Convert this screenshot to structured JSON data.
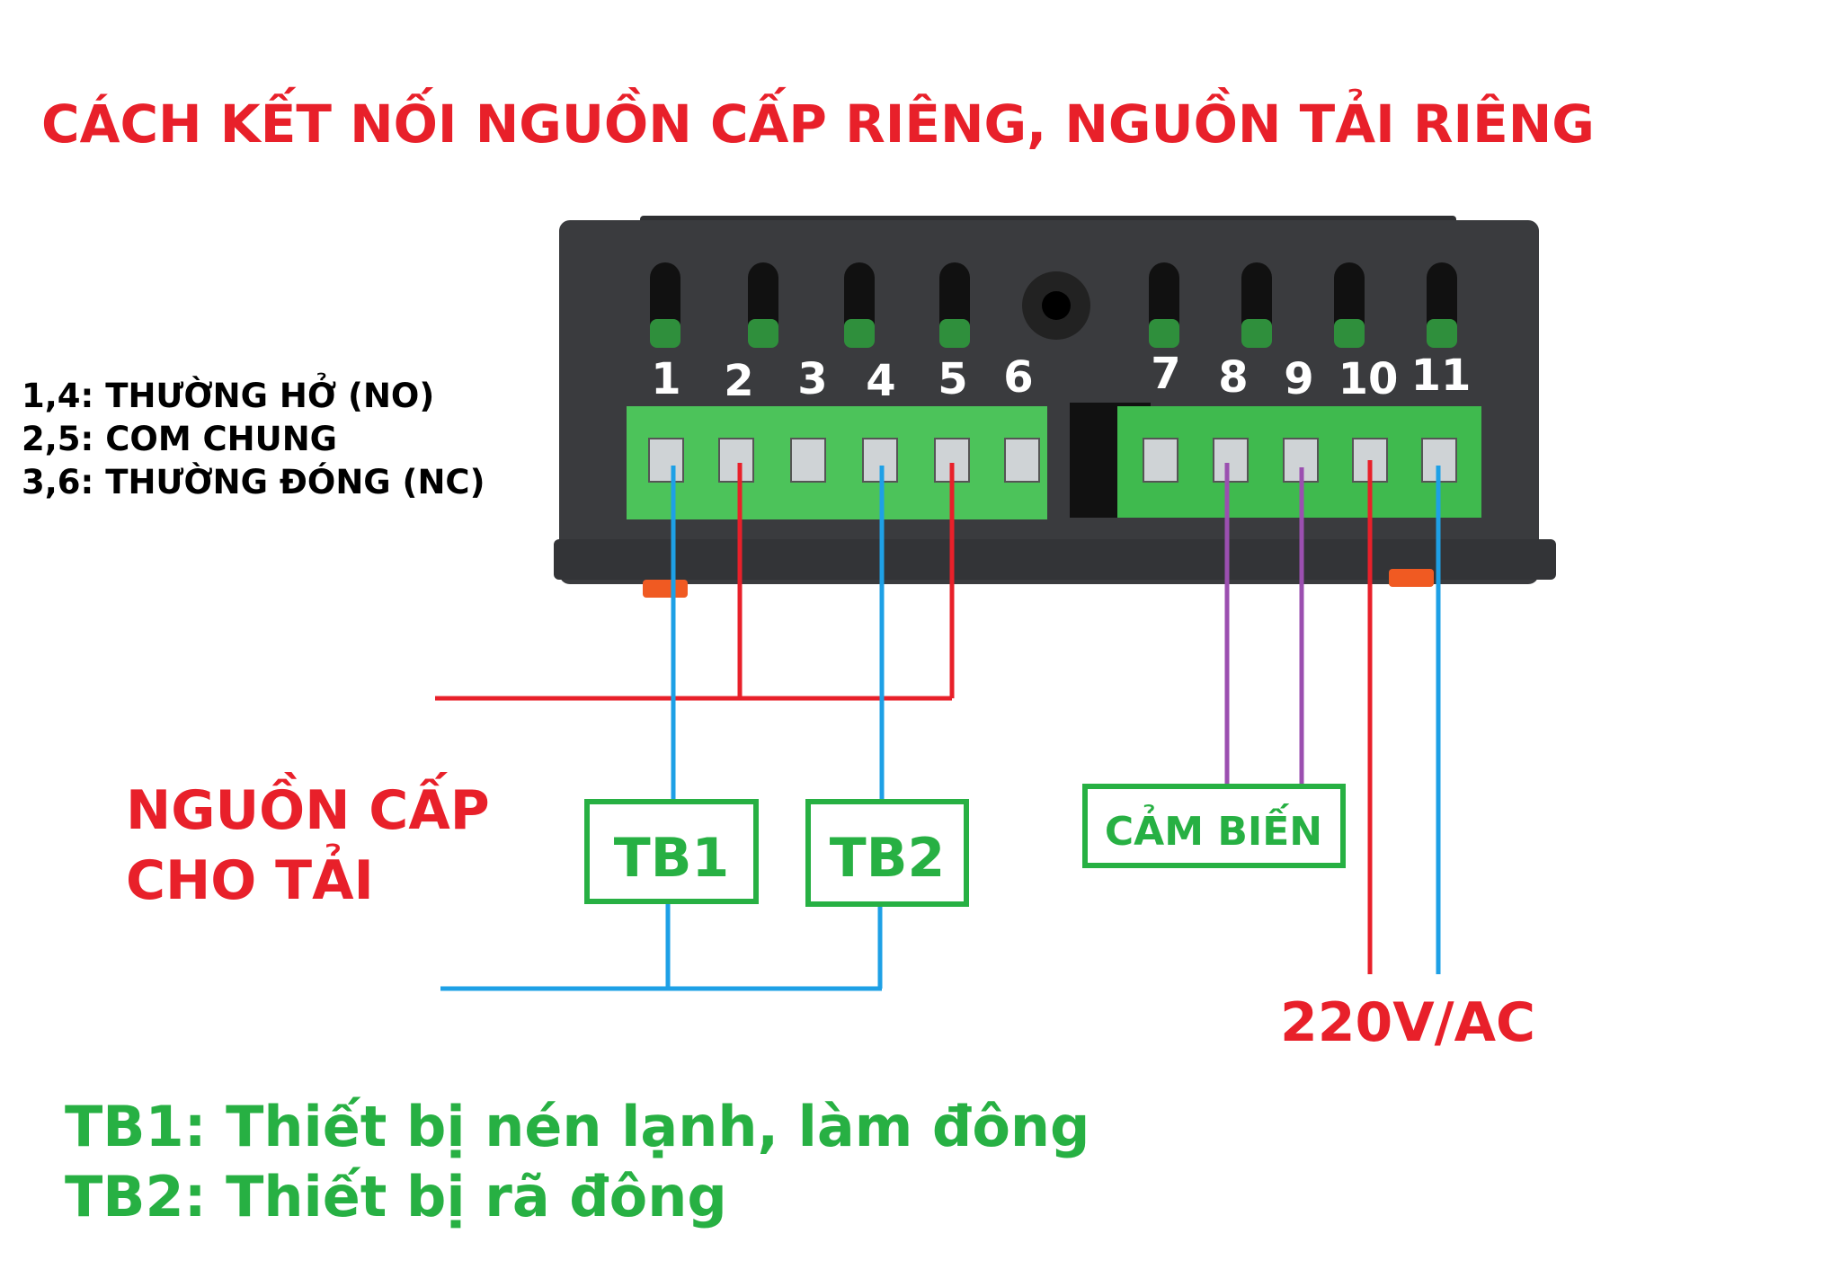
{
  "title": "CÁCH KẾT NỐI NGUỒN CẤP RIÊNG, NGUỒN TẢI RIÊNG",
  "legend_terminals": [
    "1,4: THƯỜNG HỞ (NO)",
    "2,5: COM CHUNG",
    "3,6: THƯỜNG ĐÓNG (NC)"
  ],
  "terminal_numbers": [
    "1",
    "2",
    "3",
    "4",
    "5",
    "6",
    "7",
    "8",
    "9",
    "10",
    "11"
  ],
  "supply_label": [
    "NGUỒN CẤP",
    "CHO TẢI"
  ],
  "devices": {
    "tb1": "TB1",
    "tb2": "TB2",
    "sensor": "CẢM BIẾN"
  },
  "power_label": "220V/AC",
  "device_legend": [
    "TB1: Thiết bị nén lạnh, làm đông",
    "TB2: Thiết bị rã đông"
  ],
  "colors": {
    "red": "#e8202a",
    "blue": "#1ea0e6",
    "purple": "#9b4fb0",
    "green": "#27b043",
    "terminal_green": "#4cc35a",
    "body": "#3a3b3e"
  }
}
